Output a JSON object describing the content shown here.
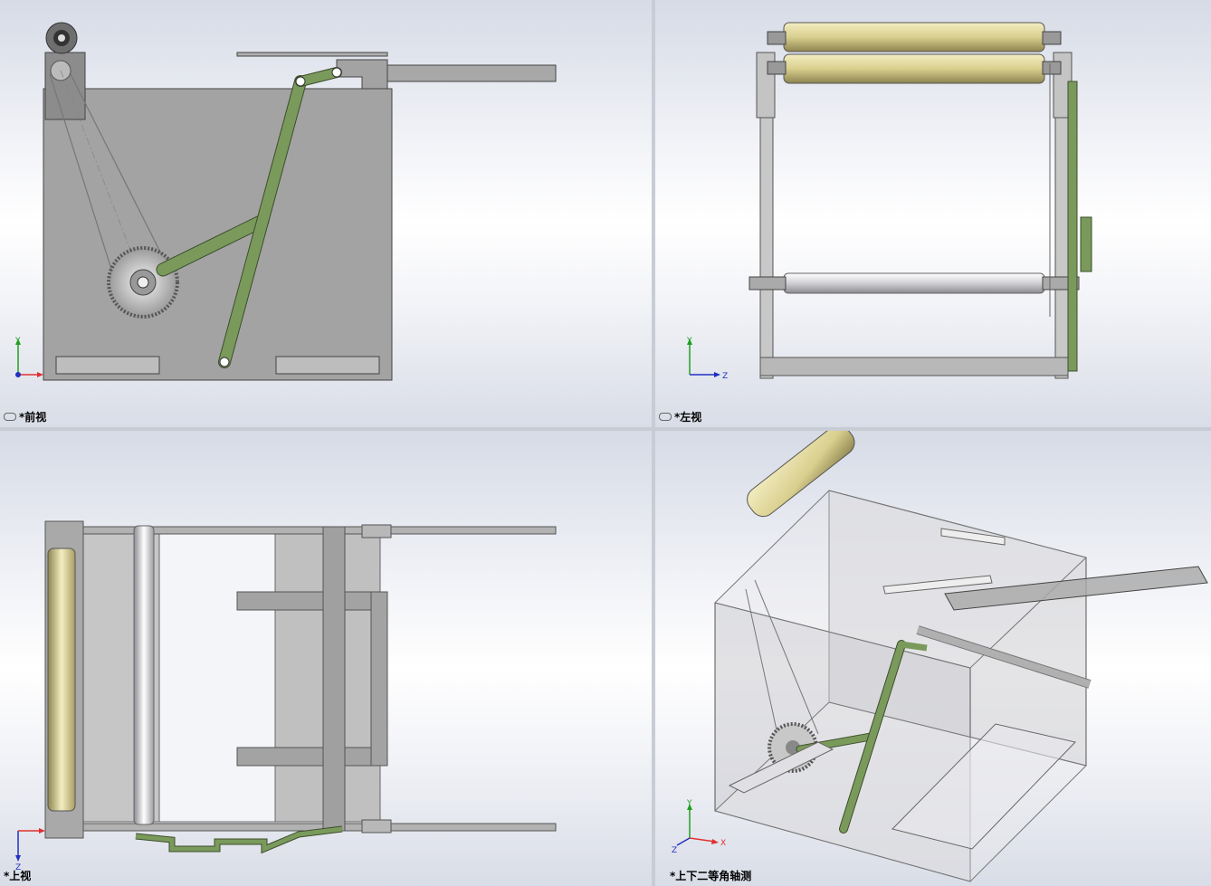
{
  "views": {
    "front": {
      "label": "*前视"
    },
    "left": {
      "label": "*左视"
    },
    "top": {
      "label": "*上视"
    },
    "iso": {
      "label": "*上下二等角轴测"
    }
  },
  "axes": {
    "x": "X",
    "y": "Y",
    "z": "Z"
  },
  "colors": {
    "frame": "#9c9c9c",
    "frame_dark": "#7f7f7f",
    "link_green": "#7a9a5c",
    "roller_gold": "#d9cf8e",
    "roller_silver": "#d0d0d4",
    "viewport_top": "#d6dbe6",
    "viewport_mid": "#ffffff",
    "axis_x": "#e03030",
    "axis_y": "#20a020",
    "axis_z": "#2030c0"
  }
}
